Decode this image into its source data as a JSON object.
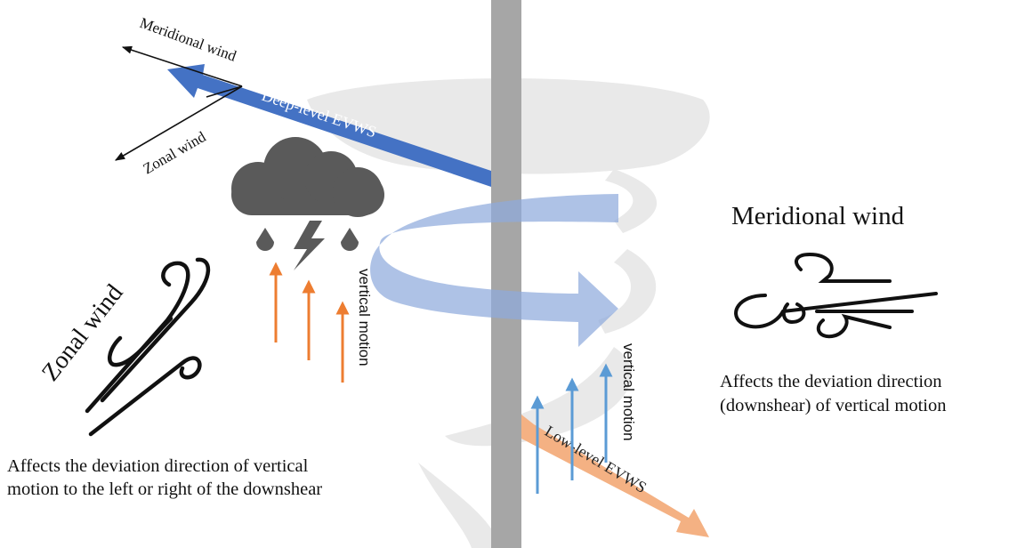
{
  "labels": {
    "deep_arrow": "Deep-level EVWS",
    "low_arrow": "Low-level EVWS",
    "axis_meridional": "Meridional wind",
    "axis_zonal": "Zonal wind",
    "zonal_title": "Zonal wind",
    "meridional_title": "Meridional wind",
    "vertical_motion_left": "vertical motion",
    "vertical_motion_right": "vertical motion"
  },
  "captions": {
    "zonal_line1": "Affects the deviation direction of vertical",
    "zonal_line2": "motion to the left or right of the downshear",
    "meridional_line1": "Affects the deviation direction",
    "meridional_line2": "(downshear) of vertical motion"
  },
  "colors": {
    "deep_shear": "#4472c4",
    "low_shear": "#f4b183",
    "spiral_band": "#8faadc",
    "vortex_ghost": "#e7e7e7",
    "central_axis": "#a6a6a6",
    "cloud": "#5a5a5a",
    "vertical_motion_left": "#ed7d31",
    "vertical_motion_right": "#5b9bd5"
  },
  "icons": {
    "cloud": "thunderstorm-cloud-icon",
    "zonal": "wind-gust-icon",
    "meridional": "wind-icon"
  }
}
